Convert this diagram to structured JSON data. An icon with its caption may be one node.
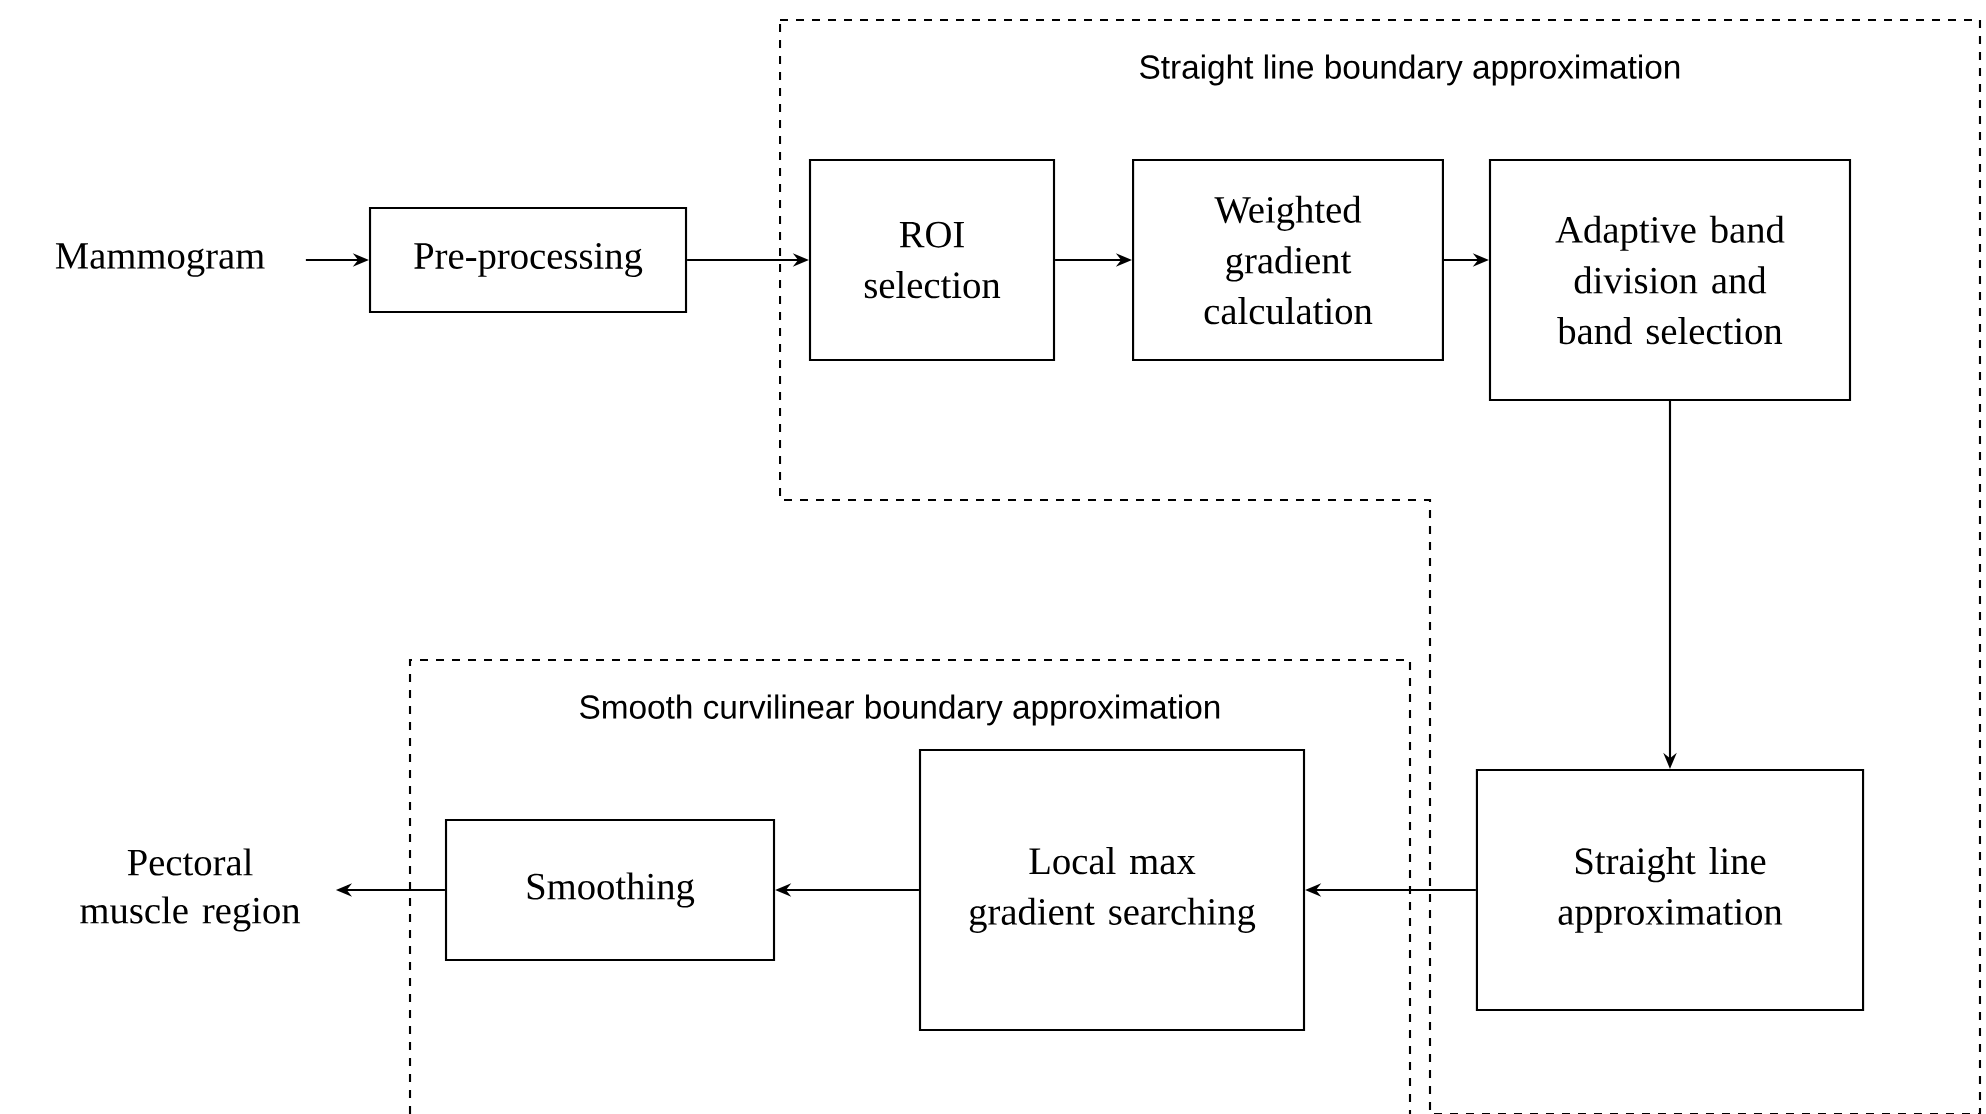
{
  "diagram": {
    "nodes": [
      {
        "text": [
          "Mammogram"
        ]
      },
      {
        "text": [
          "Pre-processing"
        ]
      },
      {
        "text": [
          "Straight line boundary approximation"
        ]
      },
      {
        "text": [
          "ROI selection"
        ],
        "in": 2
      },
      {
        "text": [
          "Weighted gradient calculation"
        ],
        "in": 2
      },
      {
        "text": [
          "Adaptive band division and band selection"
        ],
        "in": 2
      },
      {
        "text": [
          "Straight line approximation"
        ],
        "in": 2
      },
      {
        "text": [
          "Smooth curvilinear boundary approximation"
        ]
      },
      {
        "text": [
          "Local max gradient searching"
        ],
        "in": 7
      },
      {
        "text": [
          "Smoothing"
        ],
        "in": 7
      },
      {
        "text": [
          "Pectoral muscle region"
        ]
      }
    ],
    "edges": [
      {
        "from": 0,
        "to": 1,
        "arrow": "to"
      },
      {
        "from": 1,
        "to": 3,
        "arrow": "to"
      },
      {
        "from": 3,
        "to": 4,
        "arrow": "to"
      },
      {
        "from": 4,
        "to": 5,
        "arrow": "to"
      },
      {
        "from": 5,
        "to": 6,
        "arrow": "to"
      },
      {
        "from": 6,
        "to": 8,
        "arrow": "to"
      },
      {
        "from": 8,
        "to": 9,
        "arrow": "to"
      },
      {
        "from": 9,
        "to": 10,
        "arrow": "to"
      }
    ]
  }
}
